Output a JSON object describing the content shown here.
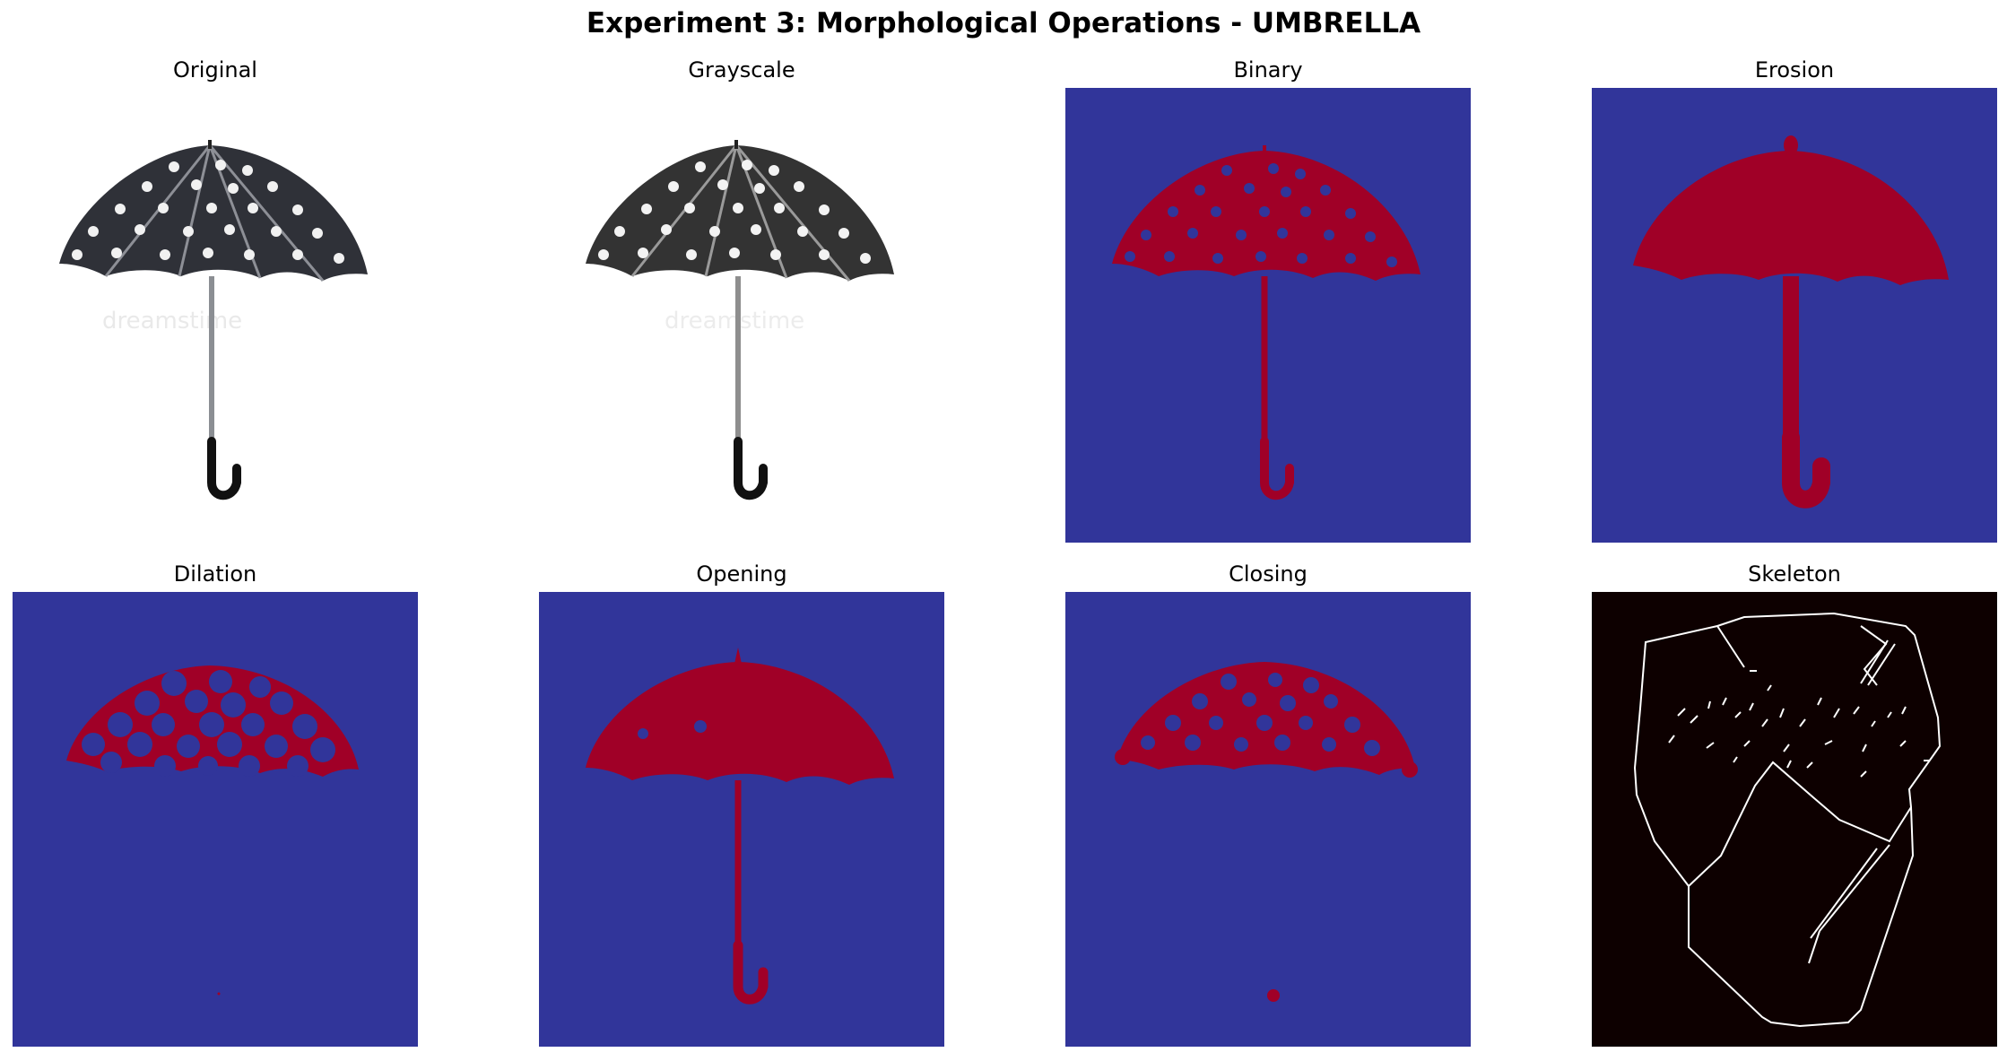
{
  "suptitle": "Experiment 3: Morphological Operations - UMBRELLA",
  "panels": [
    {
      "title": "Original"
    },
    {
      "title": "Grayscale"
    },
    {
      "title": "Binary"
    },
    {
      "title": "Erosion"
    },
    {
      "title": "Dilation"
    },
    {
      "title": "Opening"
    },
    {
      "title": "Closing"
    },
    {
      "title": "Skeleton"
    }
  ],
  "colors": {
    "mask_background": "#31359a",
    "mask_foreground": "#a00027",
    "skeleton_background": "#0d0000",
    "skeleton_lines": "#ffffff"
  }
}
